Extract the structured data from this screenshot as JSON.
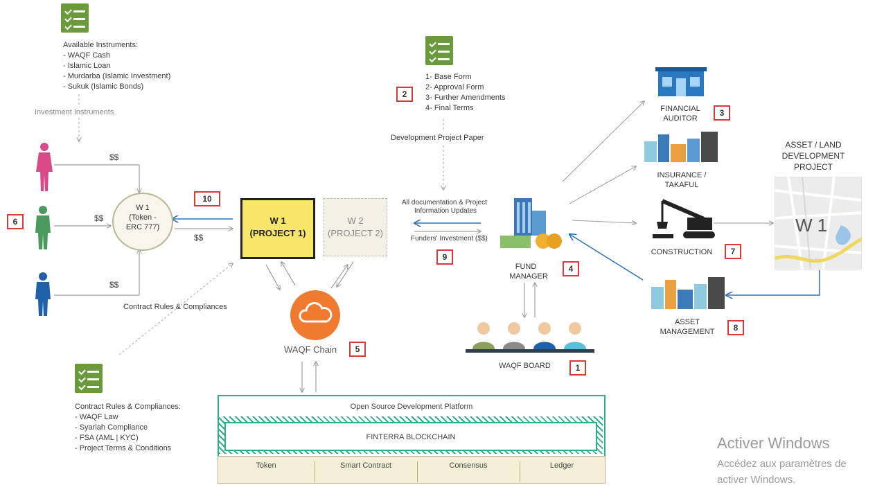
{
  "instruments": {
    "title": "Available Instruments:",
    "items": [
      "- WAQF  Cash",
      "- Islamic Loan",
      "- Murdarba (Islamic Investment)",
      "- Sukuk (Islamic Bonds)"
    ],
    "caption": "Investment Instruments"
  },
  "forms": {
    "items": [
      "1- Base Form",
      "2- Approval Form",
      "3- Further Amendments",
      "4- Final Terms"
    ],
    "caption": "Development Project Paper"
  },
  "contract": {
    "title": "Contract Rules & Compliances:",
    "items": [
      "- WAQF  Law",
      "- Syariah  Compliance",
      "- FSA (AML | KYC)",
      "- Project Terms & Conditions"
    ],
    "caption": "Contract Rules & Compliances"
  },
  "investors": {
    "amount_top": "$$",
    "amount_mid": "$$",
    "amount_bottom": "$$",
    "amount_out": "$$"
  },
  "token": {
    "line1": "W 1",
    "line2": "(Token -",
    "line3": "ERC 777)"
  },
  "projects": {
    "p1_title": "W 1",
    "p1_sub": "(PROJECT 1)",
    "p2_title": "W 2",
    "p2_sub": "(PROJECT 2)"
  },
  "chain": {
    "label": "WAQF Chain"
  },
  "fund": {
    "docs_line1": "All documentation & Project",
    "docs_line2": "Information Updates",
    "investment": "Funders' Investment ($$)",
    "label_line1": "FUND",
    "label_line2": "MANAGER"
  },
  "board": {
    "label": "WAQF  BOARD"
  },
  "right": {
    "auditor_l1": "FINANCIAL",
    "auditor_l2": "AUDITOR",
    "insurance_l1": "INSURANCE /",
    "insurance_l2": "TAKAFUL",
    "construction": "CONSTRUCTION",
    "asset_l1": "ASSET",
    "asset_l2": "MANAGEMENT",
    "dev_l1": "ASSET / LAND",
    "dev_l2": "DEVELOPMENT",
    "dev_l3": "PROJECT",
    "map_label": "W 1"
  },
  "badges": {
    "b1": "1",
    "b2": "2",
    "b3": "3",
    "b4": "4",
    "b5": "5",
    "b6": "6",
    "b7": "7",
    "b8": "8",
    "b9": "9",
    "b10": "10"
  },
  "platform": {
    "top": "Open Source Development Platform",
    "chain": "FINTERRA  BLOCKCHAIN",
    "cells": [
      "Token",
      "Smart Contract",
      "Consensus",
      "Ledger"
    ]
  },
  "watermark": {
    "title": "Activer Windows",
    "sub1": "Accédez aux paramètres de",
    "sub2": "activer Windows."
  },
  "colors": {
    "green_icon": "#6a9a3c",
    "badge_border": "#d83a3a",
    "project1_fill": "#f7e66a",
    "platform_border": "#2fae8a",
    "arrow_blue": "#2f6fb3",
    "cloud": "#f07a30"
  }
}
